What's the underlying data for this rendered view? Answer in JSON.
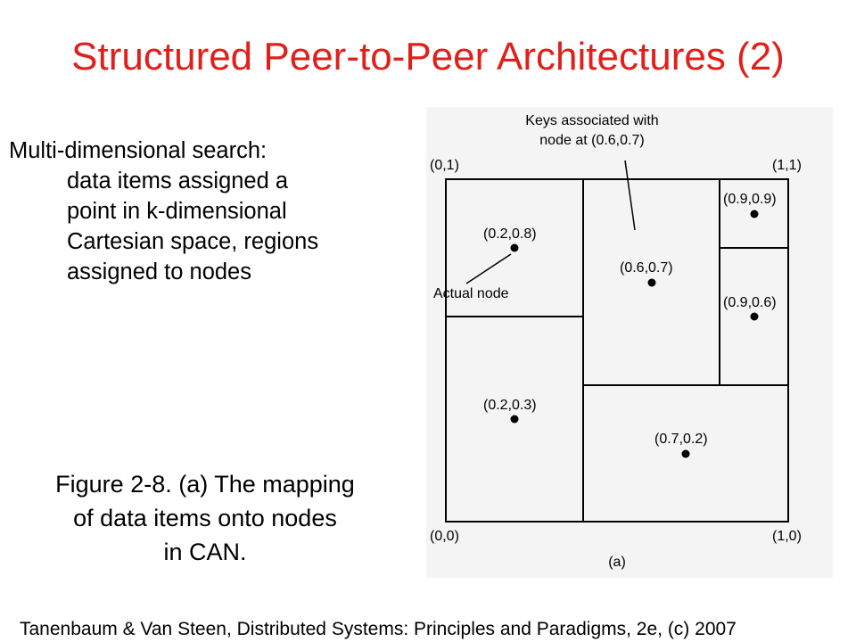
{
  "slide": {
    "title": "Structured Peer-to-Peer Architectures (2)",
    "body": {
      "lead": "Multi-dimensional search:",
      "lines": [
        "data items assigned a",
        "point in k-dimensional",
        "Cartesian space, regions",
        "assigned to nodes"
      ]
    },
    "caption": [
      "Figure 2-8. (a) The mapping",
      "of data items onto nodes",
      "in CAN."
    ],
    "credit": "Tanenbaum & Van Steen, Distributed Systems: Principles and Paradigms, 2e, (c) 2007"
  },
  "figure": {
    "keys_label": [
      "Keys associated with",
      "node at (0.6,0.7)"
    ],
    "actual_node_label": "Actual node",
    "corner_labels": {
      "top_left": "(0,1)",
      "top_right": "(1,1)",
      "bottom_left": "(0,0)",
      "bottom_right": "(1,0)"
    },
    "sublabel": "(a)",
    "nodes": [
      {
        "label": "(0.2,0.8)"
      },
      {
        "label": "(0.6,0.7)"
      },
      {
        "label": "(0.9,0.9)"
      },
      {
        "label": "(0.9,0.6)"
      },
      {
        "label": "(0.2,0.3)"
      },
      {
        "label": "(0.7,0.2)"
      }
    ]
  }
}
